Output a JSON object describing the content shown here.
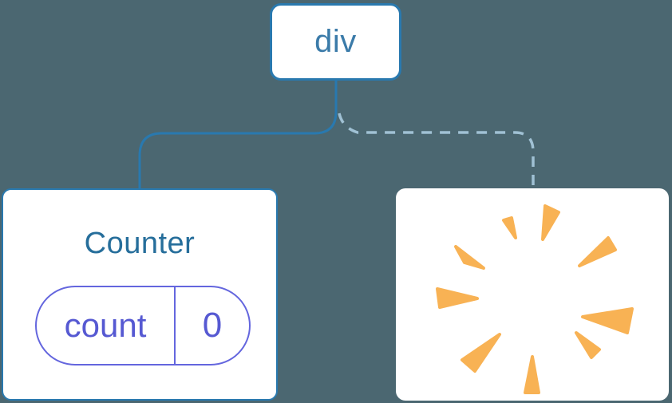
{
  "colors": {
    "background": "#4B6771",
    "node_fill": "#FFFFFF",
    "stroke_blue": "#2979AF",
    "div_label_color": "#3B7BA9",
    "counter_label_color": "#266E9B",
    "dashed_line_color": "#A0C1D4",
    "state_purple": "#5659D2",
    "state_border_purple": "#6466DE",
    "poof_orange": "#F8B254"
  },
  "tree": {
    "root": {
      "label": "div"
    },
    "edges": [
      {
        "type": "solid",
        "from": "div",
        "to": "counter-node"
      },
      {
        "type": "dashed",
        "from": "div",
        "to": "removed-node"
      }
    ],
    "children": [
      {
        "id": "counter-node",
        "title": "Counter",
        "state": {
          "name": "count",
          "value": "0"
        }
      },
      {
        "id": "removed-node",
        "icon": "poof-burst-icon"
      }
    ]
  }
}
